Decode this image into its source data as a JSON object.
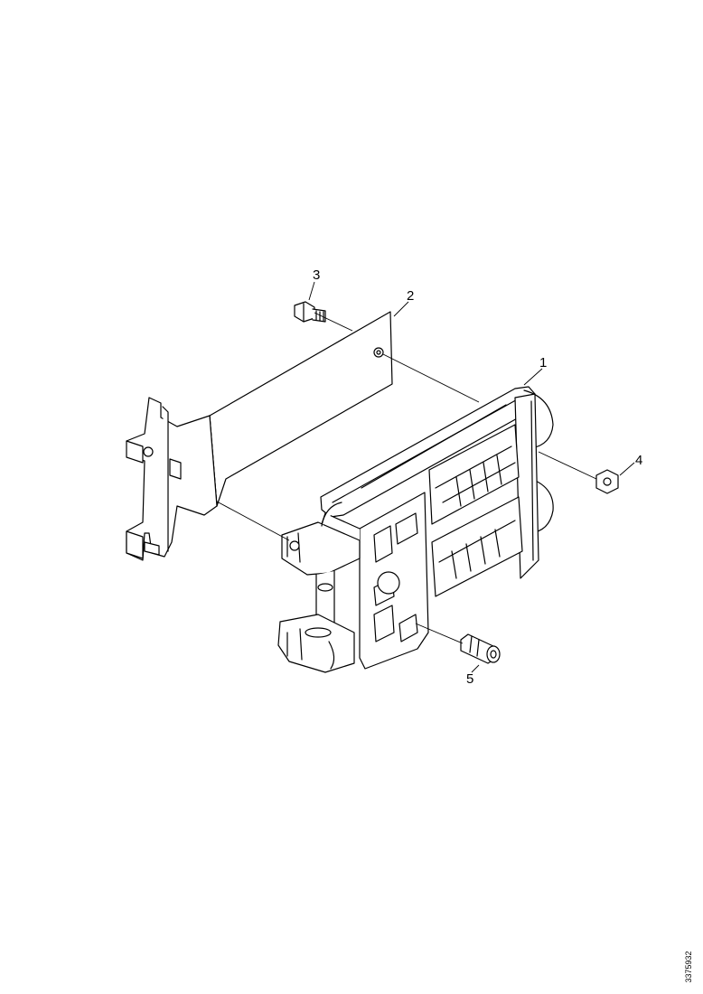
{
  "callouts": {
    "c1": "1",
    "c2": "2",
    "c3": "3",
    "c4": "4",
    "c5": "5"
  },
  "figure_code": "3375932",
  "colors": {
    "line": "#000000",
    "fill": "#ffffff"
  }
}
